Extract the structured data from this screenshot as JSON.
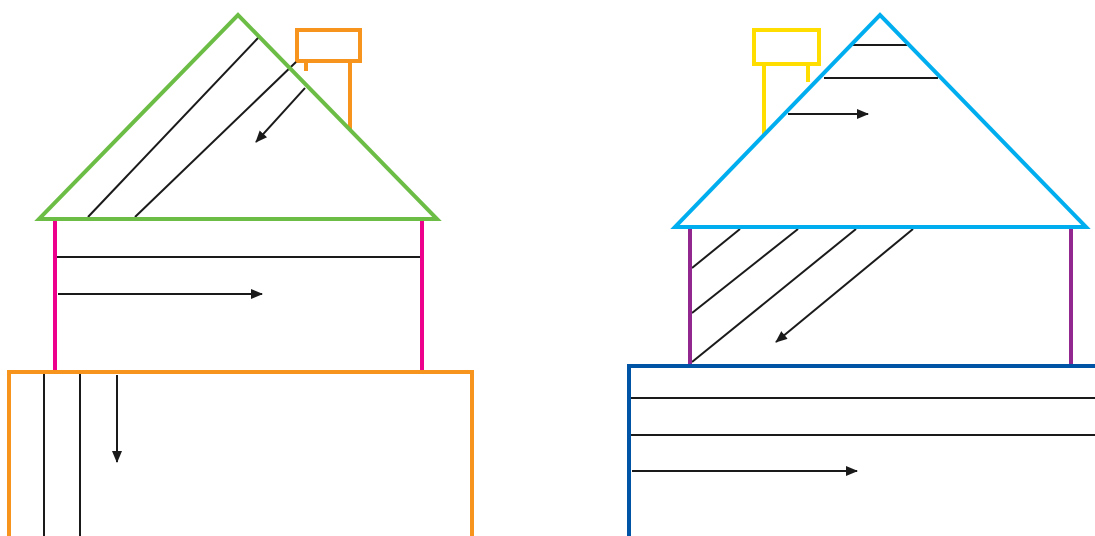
{
  "colors": {
    "background": "#ffffff",
    "line": "#1a1a1a",
    "left_roof": "#6cbd45",
    "left_chimney": "#f7941d",
    "left_walls": "#ec008c",
    "left_base": "#f7941d",
    "right_roof": "#00aeef",
    "right_chimney": "#ffdd00",
    "right_walls": "#92278f",
    "right_base": "#0054a6"
  },
  "houses": [
    {
      "id": "left",
      "roof": {
        "hatch": "diagonal",
        "arrow_direction": "down-left"
      },
      "walls": {
        "hatch": "horizontal",
        "arrow_direction": "right"
      },
      "base": {
        "hatch": "vertical",
        "arrow_direction": "down"
      }
    },
    {
      "id": "right",
      "roof": {
        "hatch": "horizontal",
        "arrow_direction": "right"
      },
      "walls": {
        "hatch": "diagonal",
        "arrow_direction": "down-left"
      },
      "base": {
        "hatch": "horizontal",
        "arrow_direction": "right"
      }
    }
  ]
}
